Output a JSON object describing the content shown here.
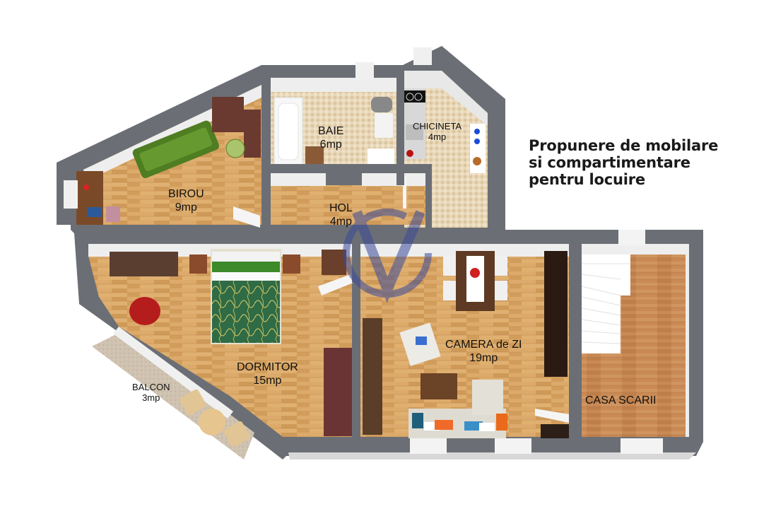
{
  "title": {
    "lines": [
      "Propunere de mobilare",
      "si compartimentare",
      "pentru locuire"
    ]
  },
  "rooms": [
    {
      "id": "birou",
      "name": "BIROU",
      "area": "9mp"
    },
    {
      "id": "baie",
      "name": "BAIE",
      "area": "6mp"
    },
    {
      "id": "chicineta",
      "name": "CHICINETA",
      "area": "4mp"
    },
    {
      "id": "hol",
      "name": "HOL",
      "area": "4mp"
    },
    {
      "id": "dormitor",
      "name": "DORMITOR",
      "area": "15mp"
    },
    {
      "id": "balcon",
      "name": "BALCON",
      "area": "3mp"
    },
    {
      "id": "camera_de_zi",
      "name": "CAMERA de ZI",
      "area": "19mp"
    },
    {
      "id": "casa_scarii",
      "name": "CASA SCARII",
      "area": ""
    }
  ],
  "watermark": {
    "letters": "VG",
    "color": "#3a4a9a"
  },
  "colors": {
    "wall": "#6b6f75",
    "wall_inner": "#f2f2f2",
    "wood_floor": "#d9a462",
    "tile_floor": "#e6d3b3",
    "stair_floor": "#c98a55",
    "balcony": "#cfc2b0",
    "sofa_green": "#5a8a2a",
    "bed_green": "#2f6b45"
  }
}
